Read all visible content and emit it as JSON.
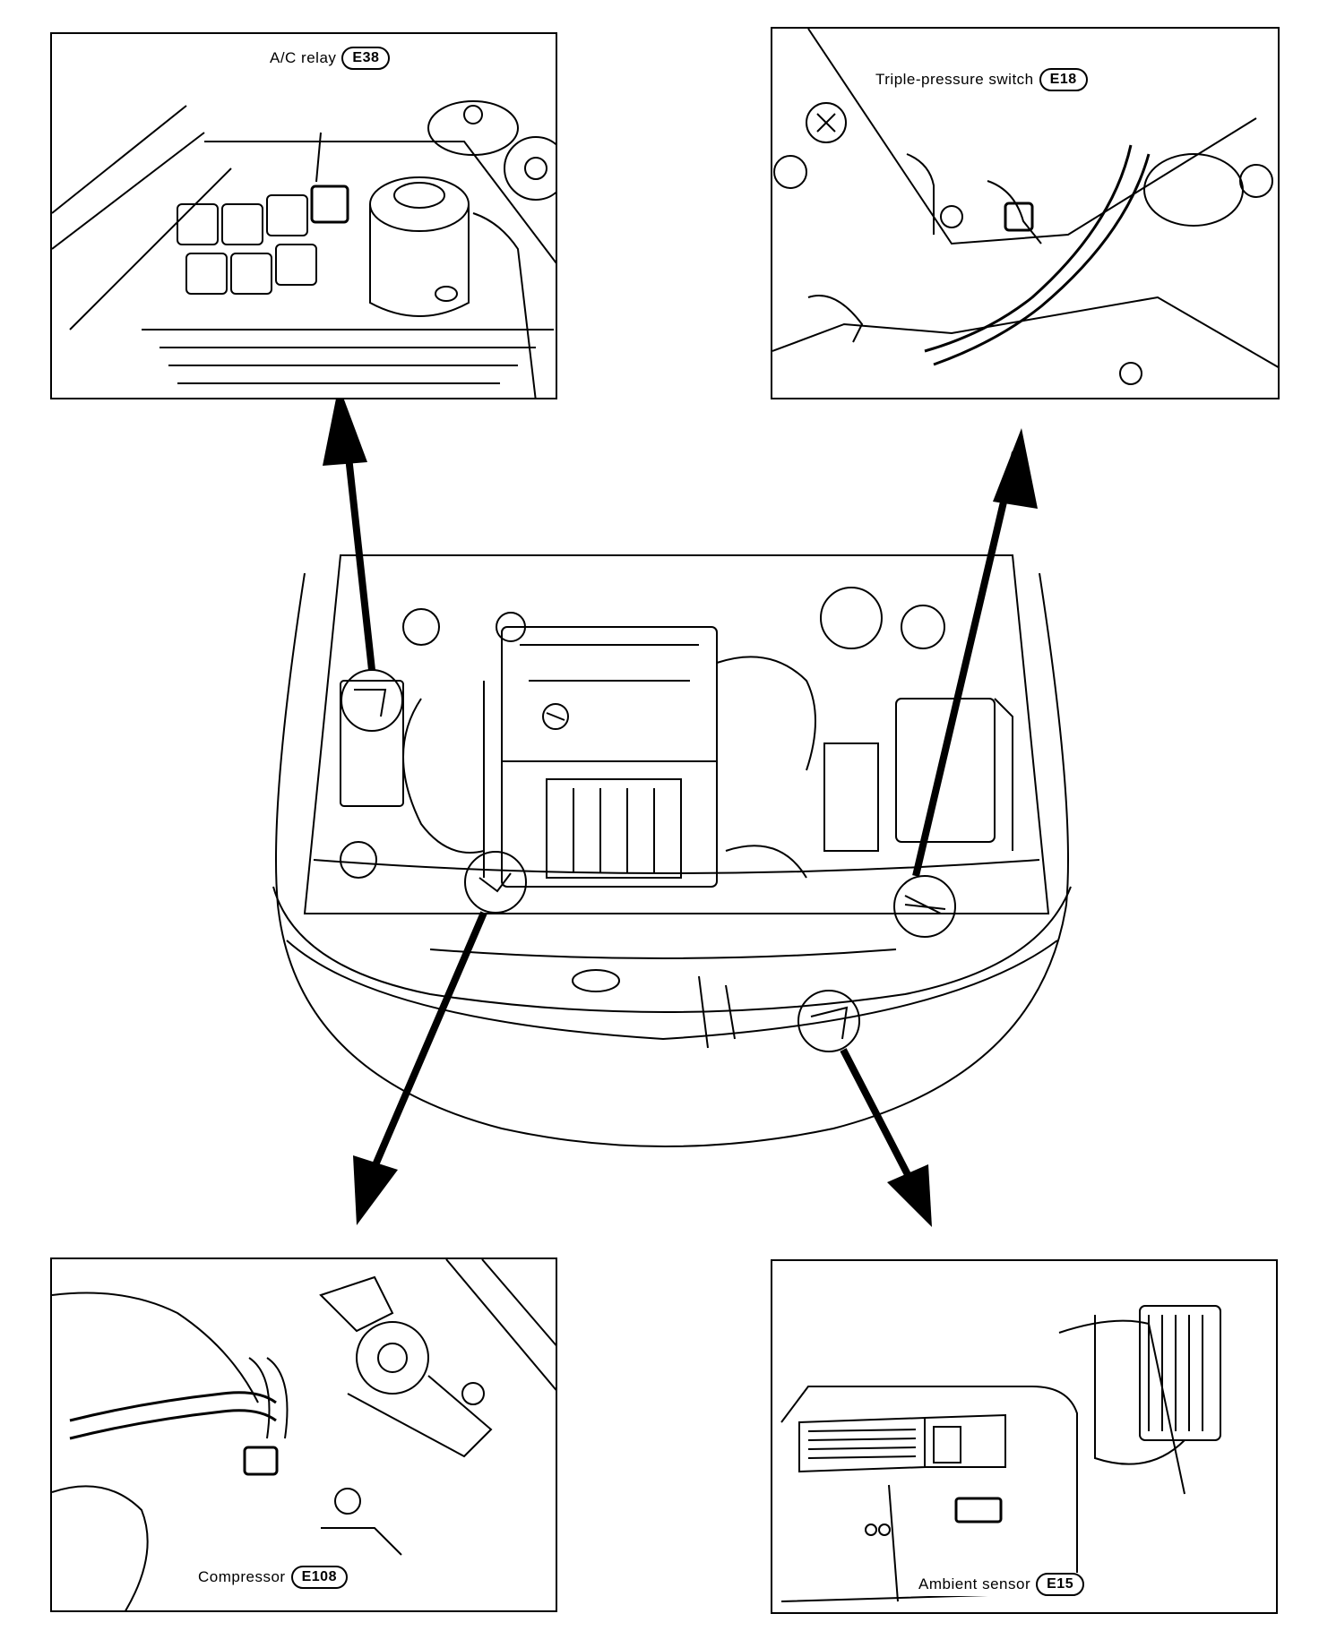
{
  "colors": {
    "ink": "#000000",
    "paper": "#ffffff"
  },
  "callouts": {
    "ac_relay": {
      "label": "A/C relay",
      "connector": "E38"
    },
    "triple_pressure_switch": {
      "label": "Triple-pressure switch",
      "connector": "E18"
    },
    "compressor": {
      "label": "Compressor",
      "connector": "E108"
    },
    "ambient_sensor": {
      "label": "Ambient sensor",
      "connector": "E15"
    }
  }
}
